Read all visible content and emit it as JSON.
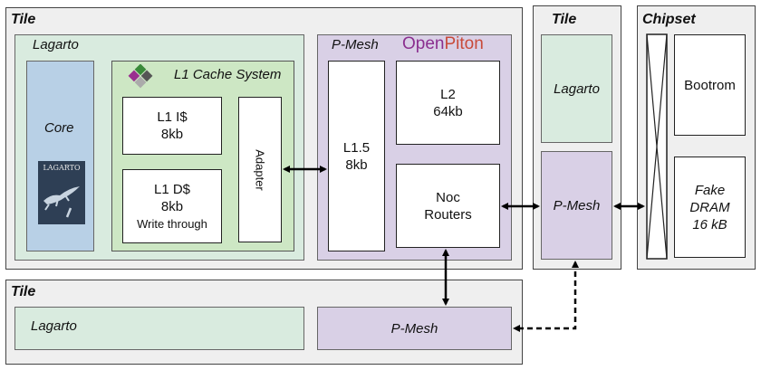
{
  "tiles": {
    "main": {
      "title": "Tile"
    },
    "right": {
      "title": "Tile"
    },
    "bottom": {
      "title": "Tile"
    }
  },
  "chipset": {
    "title": "Chipset",
    "bootrom": "Bootrom",
    "dram": [
      "Fake",
      "DRAM",
      "16 kB"
    ]
  },
  "lagarto": {
    "title": "Lagarto",
    "core": "Core",
    "logo_text": "LAGARTO",
    "l1_cache_system": "L1 Cache System",
    "l1i": [
      "L1 I$",
      "8kb"
    ],
    "l1d": [
      "L1 D$",
      "8kb",
      "Write through"
    ],
    "adapter": "Adapter"
  },
  "pmesh": {
    "title": "P-Mesh",
    "openpiton": {
      "open": "Open",
      "piton": "Piton"
    },
    "l15": [
      "L1.5",
      "8kb"
    ],
    "l2": [
      "L2",
      "64kb"
    ],
    "noc": [
      "Noc",
      "Routers"
    ]
  },
  "right_tile": {
    "lagarto": "Lagarto",
    "pmesh": "P-Mesh"
  },
  "bottom_tile": {
    "lagarto": "Lagarto",
    "pmesh": "P-Mesh"
  },
  "colors": {
    "tile": "#efefef",
    "lagarto": "#d9ebdf",
    "core": "#b8d0e6",
    "pmesh": "#d9d0e6",
    "l1cache": "#cde7c4",
    "openpiton": "#8b2f8f"
  }
}
